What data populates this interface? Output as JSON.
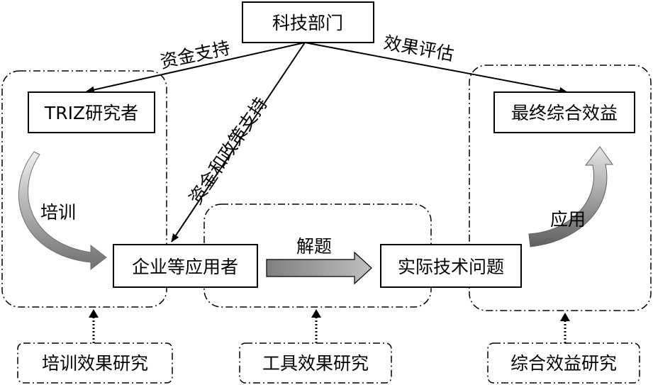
{
  "nodes": {
    "dept": "科技部门",
    "researcher": "TRIZ研究者",
    "benefit": "最终综合效益",
    "enterprise": "企业等应用者",
    "problem": "实际技术问题",
    "training_study": "培训效果研究",
    "tool_study": "工具效果研究",
    "benefit_study": "综合效益研究"
  },
  "edges": {
    "fund_support": "资金支持",
    "effect_eval": "效果评估",
    "fund_policy": "资金和政策支持",
    "training": "培训",
    "solve": "解题",
    "apply": "应用"
  },
  "colors": {
    "line": "#000000",
    "gradient_light": "#f2f2f2",
    "gradient_dark": "#7f7f7f"
  }
}
